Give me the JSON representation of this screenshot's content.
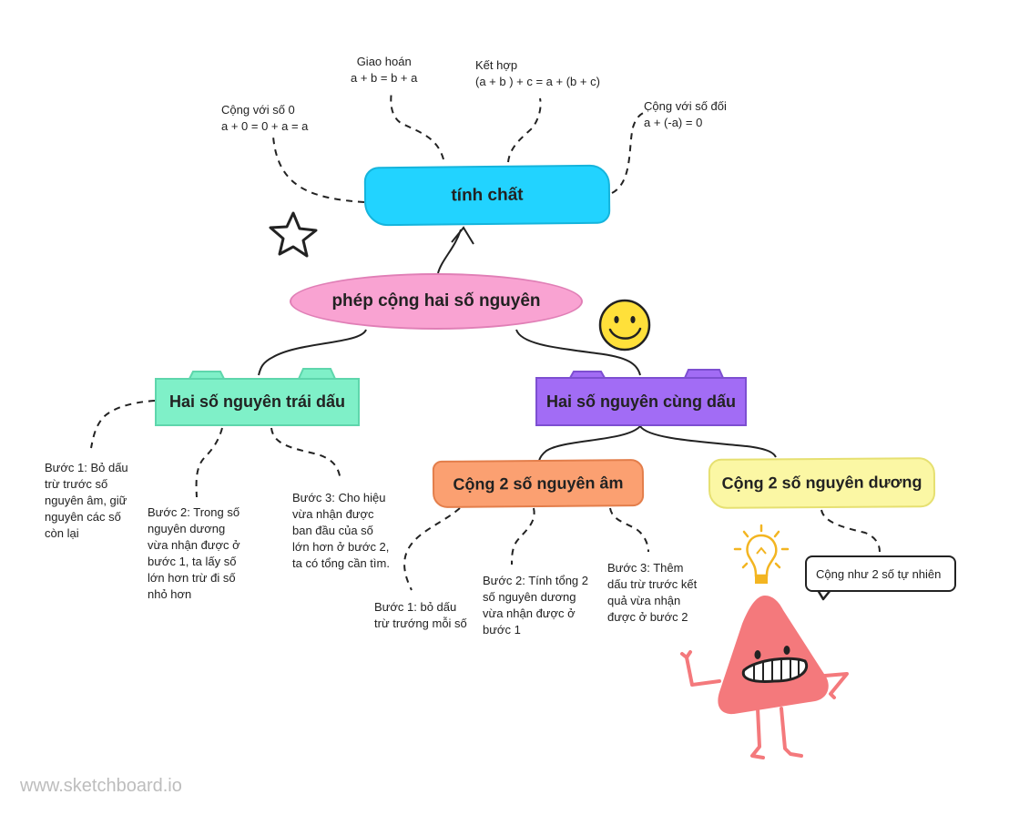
{
  "root": {
    "label": "phép cộng hai số nguyên"
  },
  "properties": {
    "label": "tính chất",
    "items": [
      {
        "title": "Cộng với số 0",
        "formula": "a + 0 = 0 + a = a"
      },
      {
        "title": "Giao hoán",
        "formula": "a + b = b + a"
      },
      {
        "title": "Kết hợp",
        "formula": "(a + b ) + c = a + (b + c)"
      },
      {
        "title": "Cộng với số đối",
        "formula": "a + (-a) = 0"
      }
    ]
  },
  "opposite": {
    "label": "Hai số nguyên trái dấu",
    "steps": [
      "Bước 1: Bỏ dấu\ntrừ trước số\nnguyên âm, giữ\nnguyên các số\ncòn lại",
      "Bước 2: Trong số\nnguyên dương\nvừa nhận được ở\nbước 1, ta lấy số\nlớn hơn trừ đi số\nnhỏ hơn",
      "Bước 3: Cho hiệu\nvừa nhận được\nban đầu của số\nlớn hơn ở bước 2,\nta có tổng cần tìm."
    ]
  },
  "same": {
    "label": "Hai số nguyên cùng dấu",
    "negative": {
      "label": "Cộng 2 số nguyên âm",
      "steps": [
        "Bước 1: bỏ dấu\ntrừ trướng mỗi số",
        "Bước 2: Tính tổng 2\nsố nguyên dương\nvừa nhận được ở\nbước 1",
        "Bước 3: Thêm\ndấu trừ trước kết\nquả vừa nhận\nđược ở bước 2"
      ]
    },
    "positive": {
      "label": "Cộng 2 số nguyên dương",
      "note": "Cộng như 2 số tự nhiên"
    }
  },
  "watermark": "www.sketchboard.io",
  "colors": {
    "root": "#f9a3d2",
    "properties": "#22d3ff",
    "opposite": "#7ff0c8",
    "same": "#a26cf5",
    "negative": "#fba071",
    "positive": "#fbf7a4",
    "triangle": "#f4797c"
  },
  "icons": [
    "star-icon",
    "smiley-icon",
    "lightbulb-icon",
    "triangle-character"
  ]
}
